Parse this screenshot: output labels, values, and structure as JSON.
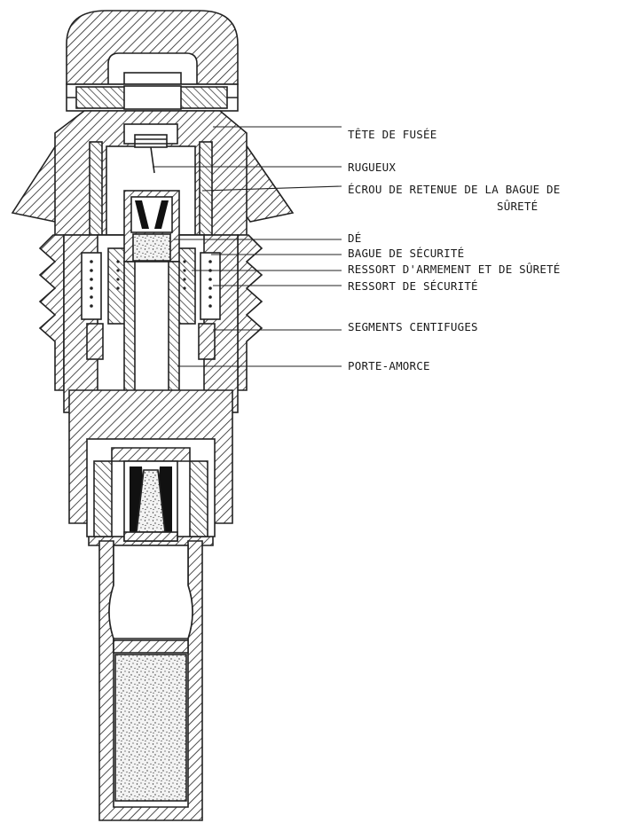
{
  "labels": {
    "tete_de_fusee": "TÊTE DE FUSÉE",
    "rugueux": "RUGUEUX",
    "ecrou_line1": "ÉCROU DE RETENUE DE LA BAGUE DE",
    "ecrou_line2": "SÛRETÉ",
    "de": "DÉ",
    "bague_de_securite": "BAGUE DE SÉCURITÉ",
    "ressort_armement": "RESSORT D'ARMEMENT ET DE SÛRETÉ",
    "ressort_securite": "RESSORT DE SÉCURITÉ",
    "segments_centrifuges": "SEGMENTS CENTIFUGES",
    "porte_amorce": "PORTE-AMORCE"
  },
  "colors": {
    "ink": "#222222",
    "background": "#ffffff"
  }
}
